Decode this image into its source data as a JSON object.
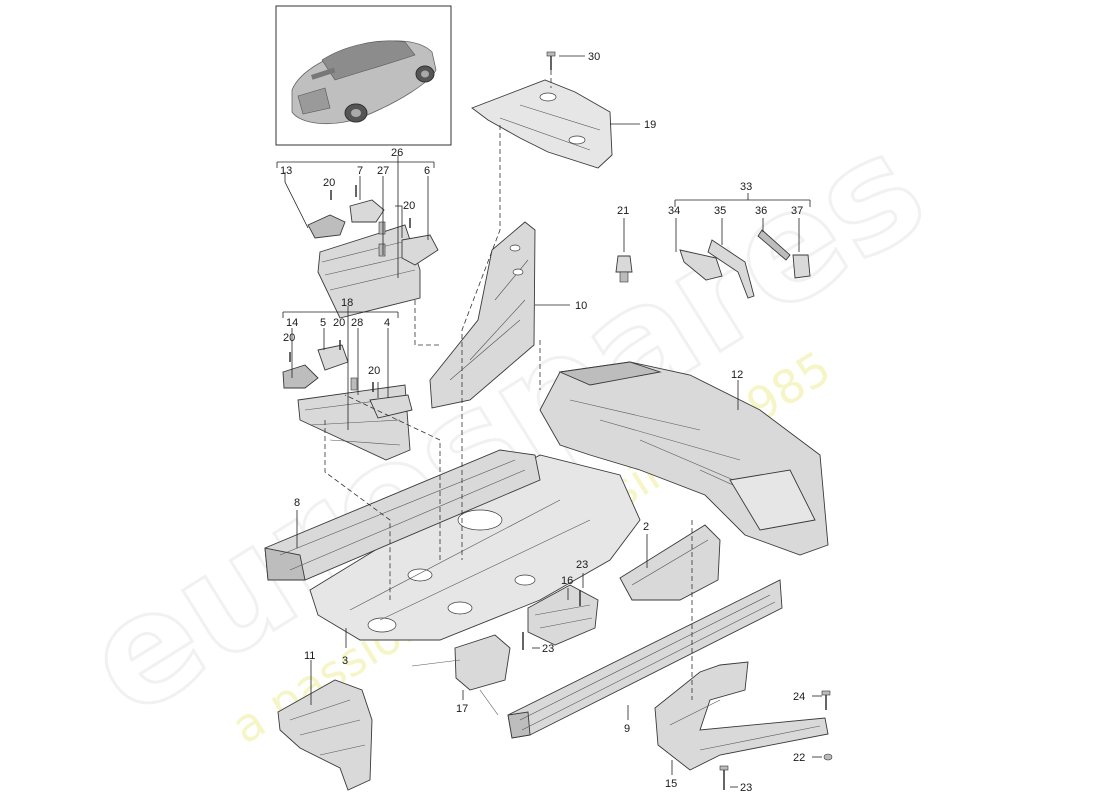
{
  "watermark": {
    "logo": "eurospares",
    "tagline": "a passion for parts since 1985"
  },
  "callouts": [
    {
      "id": "30",
      "label": "30"
    },
    {
      "id": "19",
      "label": "19"
    },
    {
      "id": "26",
      "label": "26"
    },
    {
      "id": "13",
      "label": "13"
    },
    {
      "id": "7",
      "label": "7"
    },
    {
      "id": "27",
      "label": "27"
    },
    {
      "id": "6",
      "label": "6"
    },
    {
      "id": "20a",
      "label": "20"
    },
    {
      "id": "20b",
      "label": "20"
    },
    {
      "id": "33",
      "label": "33"
    },
    {
      "id": "34",
      "label": "34"
    },
    {
      "id": "35",
      "label": "35"
    },
    {
      "id": "36",
      "label": "36"
    },
    {
      "id": "37",
      "label": "37"
    },
    {
      "id": "21",
      "label": "21"
    },
    {
      "id": "10",
      "label": "10"
    },
    {
      "id": "18",
      "label": "18"
    },
    {
      "id": "14",
      "label": "14"
    },
    {
      "id": "5",
      "label": "5"
    },
    {
      "id": "20c",
      "label": "20"
    },
    {
      "id": "28",
      "label": "28"
    },
    {
      "id": "4",
      "label": "4"
    },
    {
      "id": "20d",
      "label": "20"
    },
    {
      "id": "20e",
      "label": "20"
    },
    {
      "id": "12",
      "label": "12"
    },
    {
      "id": "8",
      "label": "8"
    },
    {
      "id": "2",
      "label": "2"
    },
    {
      "id": "16",
      "label": "16"
    },
    {
      "id": "23a",
      "label": "23"
    },
    {
      "id": "23b",
      "label": "23"
    },
    {
      "id": "3",
      "label": "3"
    },
    {
      "id": "11",
      "label": "11"
    },
    {
      "id": "17",
      "label": "17"
    },
    {
      "id": "9",
      "label": "9"
    },
    {
      "id": "24",
      "label": "24"
    },
    {
      "id": "22",
      "label": "22"
    },
    {
      "id": "15",
      "label": "15"
    },
    {
      "id": "23c",
      "label": "23"
    }
  ]
}
